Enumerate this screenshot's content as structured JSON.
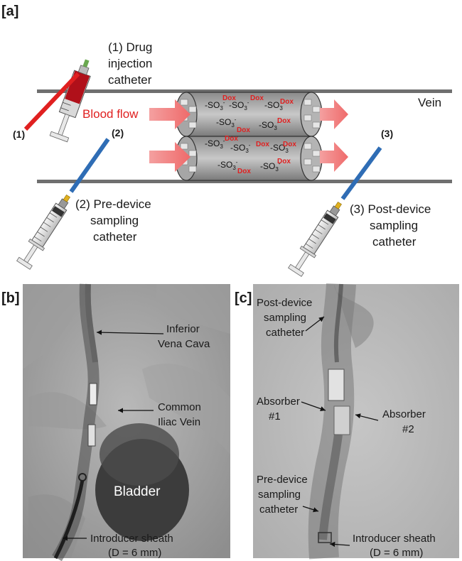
{
  "panel_a": {
    "tag": "[a]",
    "syringe1_label": [
      "(1) Drug",
      "injection",
      "catheter"
    ],
    "marker1": "(1)",
    "marker2": "(2)",
    "marker3": "(3)",
    "vein_label": "Vein",
    "blood_flow_label": "Blood flow",
    "syringe2_label": [
      "(2) Pre-device",
      "sampling",
      "catheter"
    ],
    "syringe3_label": [
      "(3) Post-device",
      "sampling",
      "catheter"
    ],
    "dox": "Dox",
    "so3": "-SO",
    "so3_sub": "3",
    "minus": "-",
    "colors": {
      "red": "#e02020",
      "blue": "#2f6db5",
      "arrow": "#f08080"
    }
  },
  "panel_b": {
    "tag": "[b]",
    "ivc_label": [
      "Inferior",
      "Vena Cava"
    ],
    "civ_label": [
      "Common",
      "Iliac Vein"
    ],
    "bladder_label": "Bladder",
    "sheath_label": [
      "Introducer sheath",
      "(D = 6 mm)"
    ]
  },
  "panel_c": {
    "tag": "[c]",
    "post_label": [
      "Post-device",
      "sampling",
      "catheter"
    ],
    "abs1_label": [
      "Absorber",
      "#1"
    ],
    "abs2_label": [
      "Absorber",
      "#2"
    ],
    "pre_label": [
      "Pre-device",
      "sampling",
      "catheter"
    ],
    "sheath_label": [
      "Introducer sheath",
      "(D = 6 mm)"
    ]
  }
}
